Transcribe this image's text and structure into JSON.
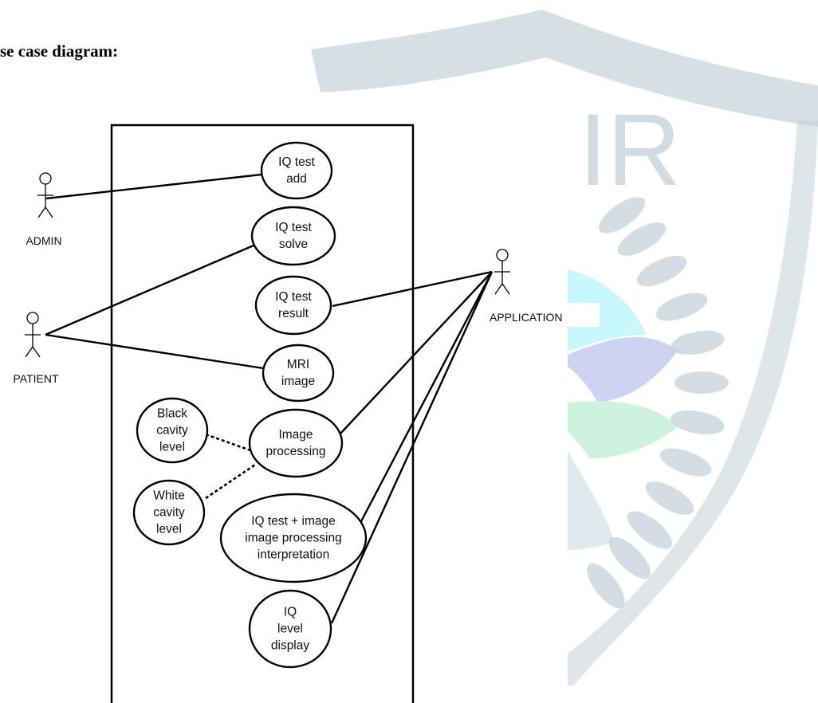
{
  "heading": "se case diagram:",
  "watermark": {
    "text": "IR",
    "shield_color": "#c4d2d9",
    "text_color": "#d2dbe1",
    "petal_colors": [
      "#c8f8fb",
      "#cdd3f3",
      "#cdf3e0"
    ]
  },
  "actors": [
    {
      "id": "admin",
      "label": "ADMIN"
    },
    {
      "id": "patient",
      "label": "PATIENT"
    },
    {
      "id": "application",
      "label": "APPLICATION"
    }
  ],
  "use_cases": [
    {
      "id": "iq-test-add",
      "lines": [
        "IQ test",
        "add"
      ]
    },
    {
      "id": "iq-test-solve",
      "lines": [
        "IQ test",
        "solve"
      ]
    },
    {
      "id": "iq-test-result",
      "lines": [
        "IQ test",
        "result"
      ]
    },
    {
      "id": "mri-image",
      "lines": [
        "MRI",
        "image"
      ]
    },
    {
      "id": "image-processing",
      "lines": [
        "Image",
        "processing"
      ]
    },
    {
      "id": "black-cavity-level",
      "lines": [
        "Black",
        "cavity",
        "level"
      ]
    },
    {
      "id": "white-cavity-level",
      "lines": [
        "White",
        "cavity",
        "level"
      ]
    },
    {
      "id": "iq-image-interpretation",
      "lines": [
        "IQ test + image",
        "image processing",
        "interpretation"
      ]
    },
    {
      "id": "iq-level-display",
      "lines": [
        "IQ",
        "level",
        "display"
      ]
    }
  ],
  "associations": [
    {
      "from": "admin",
      "to": "iq-test-add"
    },
    {
      "from": "patient",
      "to": "iq-test-solve"
    },
    {
      "from": "patient",
      "to": "mri-image"
    },
    {
      "from": "application",
      "to": "iq-test-result"
    },
    {
      "from": "application",
      "to": "image-processing"
    },
    {
      "from": "application",
      "to": "iq-image-interpretation"
    },
    {
      "from": "application",
      "to": "iq-level-display"
    }
  ],
  "dependencies": [
    {
      "from": "black-cavity-level",
      "to": "image-processing"
    },
    {
      "from": "white-cavity-level",
      "to": "image-processing"
    }
  ]
}
